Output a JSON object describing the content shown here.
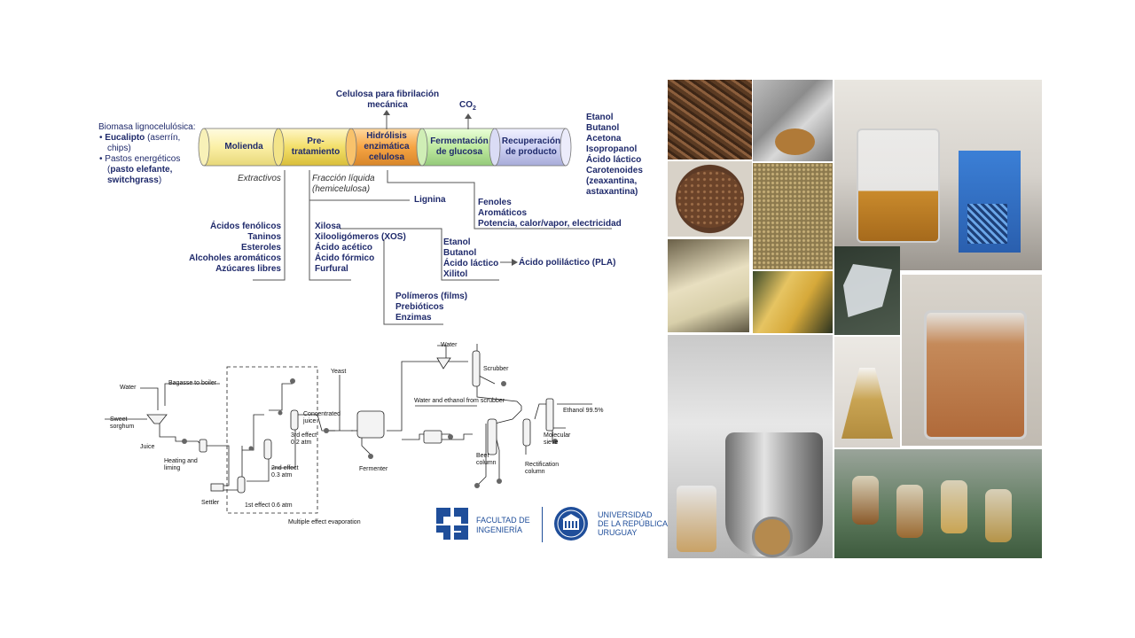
{
  "biomass": {
    "header": "Biomasa lignocelulósica:",
    "item1_bold": "Eucalipto",
    "item1_rest": " (aserrín, chips)",
    "item2_pre": "Pastos energéticos (",
    "item2_bold": "pasto elefante, switchgrass",
    "item2_post": ")"
  },
  "stages": [
    "Molienda",
    "Pre-\ntratamiento",
    "Hidrólisis enzimática celulosa",
    "Fermentación de glucosa",
    "Recuperación de producto"
  ],
  "top_outputs": {
    "fibrilacion": "Celulosa para fibrilación mecánica",
    "co2": "CO",
    "co2_sub": "2"
  },
  "products_right": [
    "Etanol",
    "Butanol",
    "Acetona",
    "Isopropanol",
    "Ácido láctico",
    "Carotenoides",
    "(zeaxantina,",
    "astaxantina)"
  ],
  "extractivos": {
    "label": "Extractivos",
    "items": [
      "Ácidos fenólicos",
      "Taninos",
      "Esteroles",
      "Alcoholes aromáticos",
      "Azúcares libres"
    ]
  },
  "fraccion": {
    "label": "Fracción líquida",
    "label2": "(hemicelulosa)",
    "items": [
      "Xilosa",
      "Xilooligómeros (XOS)",
      "Ácido acético",
      "Ácido fórmico",
      "Furfural"
    ]
  },
  "lignina": {
    "label": "Lignina",
    "items": [
      "Fenoles",
      "Aromáticos",
      "Potencia, calor/vapor, electricidad"
    ]
  },
  "xilosa_products": {
    "items": [
      "Etanol",
      "Butanol",
      "Ácido láctico",
      "Xilitol"
    ],
    "pla": "Ácido poliláctico (PLA)"
  },
  "xos_products": [
    "Polímeros (films)",
    "Prebióticos",
    "Enzimas"
  ],
  "pfd": {
    "water_left": "Water",
    "bagasse": "Bagasse to boiler",
    "sweet": "Sweet",
    "sorghum": "sorghum",
    "juice": "Juice",
    "heating": "Heating and",
    "liming": "liming",
    "settler": "Settler",
    "first_effect": "1st effect 0.6 atm",
    "second_effect": "2nd effect",
    "second_atm": "0.3 atm",
    "third_effect": "3rd effect",
    "third_atm": "0.2 atm",
    "concentrated": "Concentrated",
    "juice2": "juice",
    "mee": "Multiple effect evaporation",
    "yeast": "Yeast",
    "fermenter": "Fermenter",
    "water_top": "Water",
    "scrubber": "Scrubber",
    "water_ethanol": "Water and ethanol from scrubber",
    "beer": "Beer",
    "column": "column",
    "rectification": "Rectification",
    "rect_column": "column",
    "molecular": "Molecular",
    "sieve": "sieve",
    "ethanol": "Ethanol 99.5%"
  },
  "logos": {
    "facultad": "FACULTAD DE",
    "ingenieria": "INGENIERÍA",
    "universidad": "UNIVERSIDAD",
    "republica": "DE LA REPÚBLICA",
    "uruguay": "URUGUAY",
    "brand_color": "#1f4e9a"
  }
}
